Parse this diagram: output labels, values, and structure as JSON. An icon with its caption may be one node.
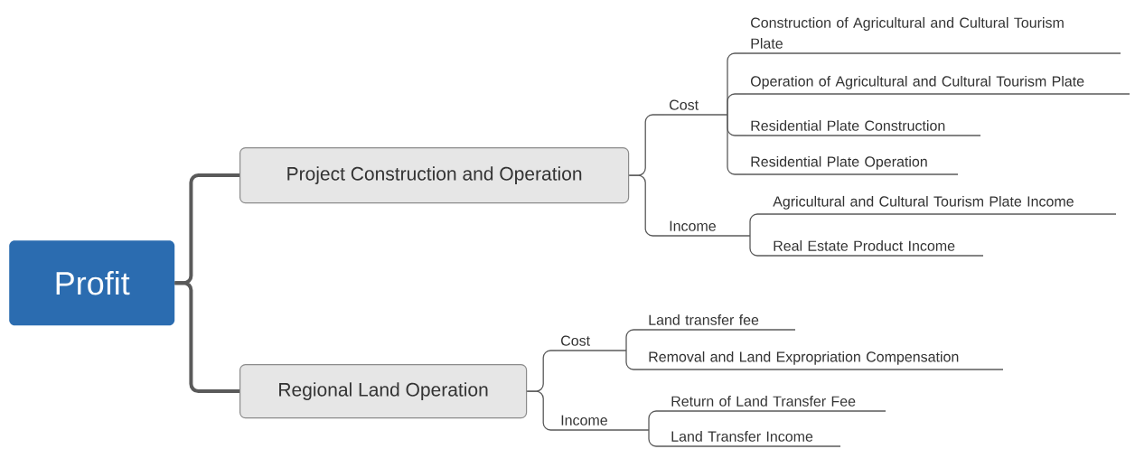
{
  "diagram": {
    "nodes": [
      {
        "text": [
          "Profit"
        ]
      },
      {
        "text": [
          "Project Construction and Operation"
        ]
      },
      {
        "text": [
          "Cost"
        ]
      },
      {
        "text": [
          "Construction of Agricultural and Cultural Tourism Plate"
        ]
      },
      {
        "text": [
          "Operation of Agricultural and Cultural Tourism Plate"
        ]
      },
      {
        "text": [
          "Residential Plate Construction"
        ]
      },
      {
        "text": [
          "Residential Plate Operation"
        ]
      },
      {
        "text": [
          "Income"
        ]
      },
      {
        "text": [
          "Agricultural and Cultural Tourism Plate Income"
        ]
      },
      {
        "text": [
          "Real Estate Product Income"
        ]
      },
      {
        "text": [
          "Regional Land Operation"
        ]
      },
      {
        "text": [
          "Cost"
        ]
      },
      {
        "text": [
          "Land transfer fee"
        ]
      },
      {
        "text": [
          "Removal and Land Expropriation Compensation"
        ]
      },
      {
        "text": [
          "Income"
        ]
      },
      {
        "text": [
          "Return of Land Transfer Fee"
        ]
      },
      {
        "text": [
          "Land Transfer Income"
        ]
      }
    ],
    "edges": [
      {
        "from": 0,
        "to": 1,
        "arrow": "none",
        "style": "thick"
      },
      {
        "from": 0,
        "to": 10,
        "arrow": "none",
        "style": "thick"
      },
      {
        "from": 1,
        "to": 2,
        "arrow": "none"
      },
      {
        "from": 1,
        "to": 7,
        "arrow": "none"
      },
      {
        "from": 2,
        "to": 3,
        "arrow": "none"
      },
      {
        "from": 2,
        "to": 4,
        "arrow": "none"
      },
      {
        "from": 2,
        "to": 5,
        "arrow": "none"
      },
      {
        "from": 2,
        "to": 6,
        "arrow": "none"
      },
      {
        "from": 7,
        "to": 8,
        "arrow": "none"
      },
      {
        "from": 7,
        "to": 9,
        "arrow": "none"
      },
      {
        "from": 10,
        "to": 11,
        "arrow": "none"
      },
      {
        "from": 10,
        "to": 14,
        "arrow": "none"
      },
      {
        "from": 11,
        "to": 12,
        "arrow": "none"
      },
      {
        "from": 11,
        "to": 13,
        "arrow": "none"
      },
      {
        "from": 14,
        "to": 15,
        "arrow": "none"
      },
      {
        "from": 14,
        "to": 16,
        "arrow": "none"
      }
    ]
  }
}
